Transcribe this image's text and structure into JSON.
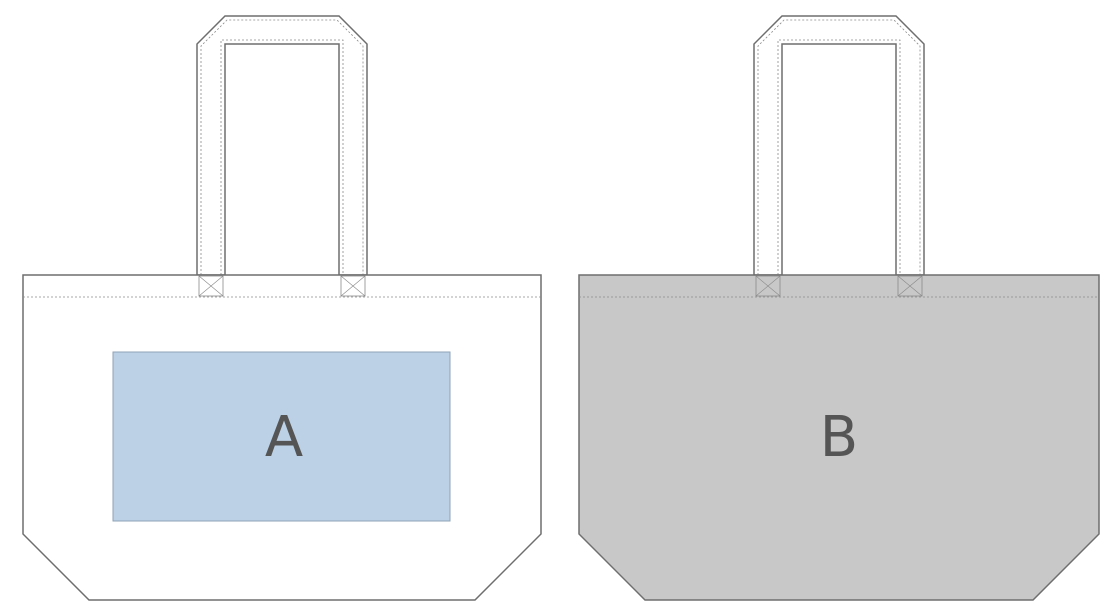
{
  "bags": [
    {
      "id": "a",
      "label": "A",
      "body_fill": "#ffffff",
      "print_area_fill": "#bcd1e6",
      "has_print_area": true
    },
    {
      "id": "b",
      "label": "B",
      "body_fill": "#c8c8c8",
      "has_print_area": false
    }
  ],
  "colors": {
    "outline": "#6e6e6e",
    "stitch": "#8a8a8a",
    "label_text": "#555555",
    "print_area_border": "#8fa3b8"
  }
}
